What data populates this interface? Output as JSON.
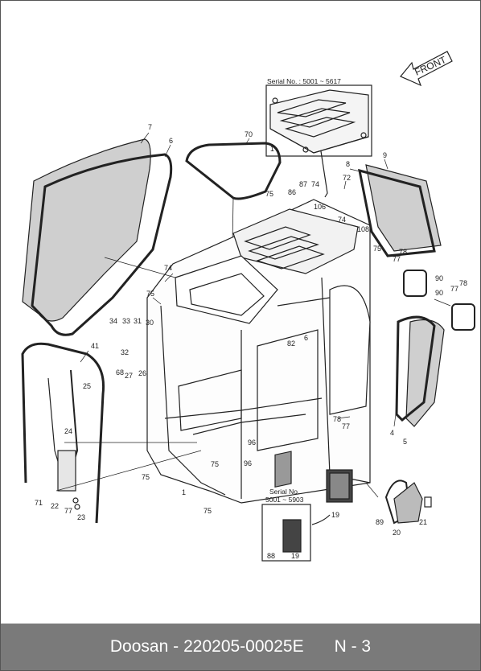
{
  "front_label": "FRONT",
  "inset_top": {
    "serial": "Serial No. : 5001 ~ 5617",
    "part": "1"
  },
  "inset_bottom": {
    "serial_line1": "Serial No.",
    "serial_line2": "5001 ~ 5903",
    "parts": [
      "88",
      "19"
    ]
  },
  "callouts": [
    "7",
    "6",
    "70",
    "8",
    "9",
    "72",
    "75",
    "87",
    "74",
    "86",
    "106",
    "74",
    "108",
    "75",
    "78",
    "77",
    "90",
    "90",
    "77",
    "78",
    "74",
    "75",
    "34",
    "33",
    "31",
    "30",
    "32",
    "68",
    "27",
    "26",
    "6",
    "82",
    "41",
    "25",
    "24",
    "96",
    "96",
    "75",
    "75",
    "1",
    "75",
    "71",
    "22",
    "77",
    "23",
    "78",
    "77",
    "4",
    "5",
    "19",
    "89",
    "20",
    "21"
  ],
  "footer": {
    "brand": "Doosan -",
    "code": "220205-00025E",
    "page": "N - 3"
  },
  "colors": {
    "glass": "#cfcfcf",
    "line": "#222222",
    "footer_bg": "#7a7a7a"
  }
}
